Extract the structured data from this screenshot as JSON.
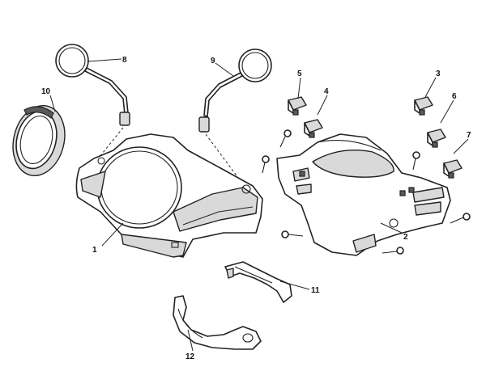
{
  "diagram": {
    "callouts": [
      {
        "id": "1",
        "label": "1"
      },
      {
        "id": "2",
        "label": "2"
      },
      {
        "id": "3",
        "label": "3"
      },
      {
        "id": "4",
        "label": "4"
      },
      {
        "id": "5",
        "label": "5"
      },
      {
        "id": "6",
        "label": "6"
      },
      {
        "id": "7",
        "label": "7"
      },
      {
        "id": "8",
        "label": "8"
      },
      {
        "id": "9",
        "label": "9"
      },
      {
        "id": "10",
        "label": "10"
      },
      {
        "id": "11",
        "label": "11"
      },
      {
        "id": "12",
        "label": "12"
      }
    ],
    "colors": {
      "line": "#222222",
      "fill": "#ffffff",
      "shade": "#d9d9d9",
      "dark": "#5a5a5a"
    }
  }
}
